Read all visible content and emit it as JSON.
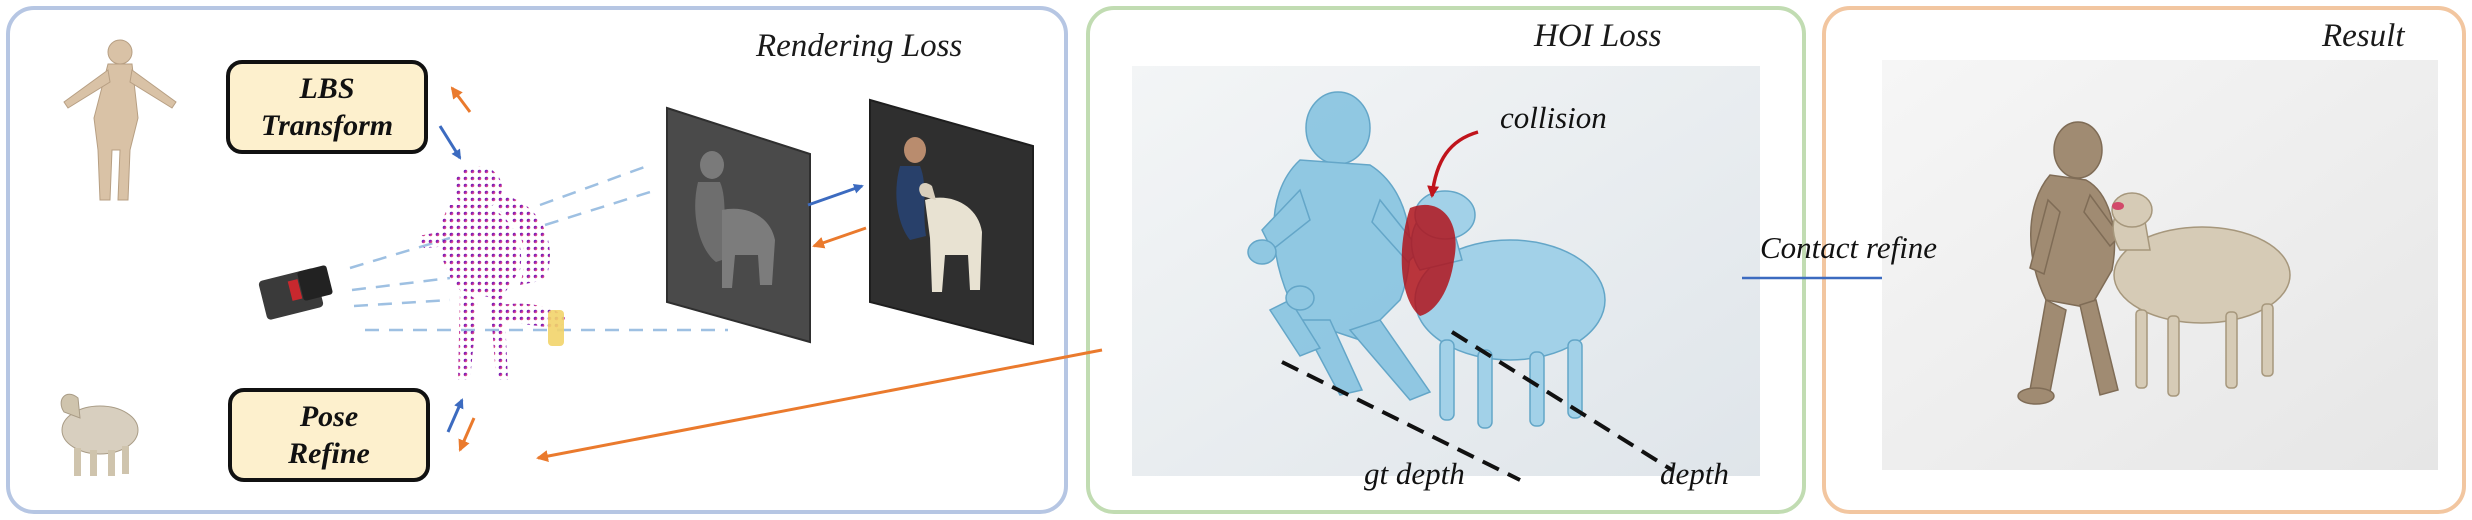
{
  "panels": {
    "rendering": {
      "title": "Rendering Loss"
    },
    "hoi": {
      "title": "HOI Loss"
    },
    "result": {
      "title": "Result"
    }
  },
  "boxes": {
    "lbs": {
      "line1": "LBS",
      "line2": "Transform"
    },
    "pose": {
      "line1": "Pose",
      "line2": "Refine"
    }
  },
  "labels": {
    "collision": "collision",
    "gt_depth": "gt depth",
    "depth": "depth",
    "contact_refine": "Contact refine"
  },
  "colors": {
    "rendering_border": "#b6c6e3",
    "hoi_border": "#c1dcb2",
    "result_border": "#f2c6a0",
    "box_fill": "#fdf0cd",
    "arrow_blue": "#3c6bc0",
    "arrow_orange": "#ea7a2d",
    "collision_red": "#c0141c",
    "hoi_mesh": "#8cc6e2"
  }
}
